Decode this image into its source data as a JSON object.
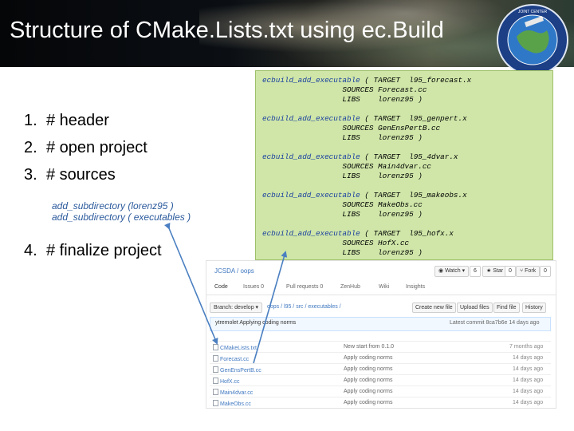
{
  "title": "Structure of CMake.Lists.txt using ec.Build",
  "seal": {
    "text": "JOINT CENTER FOR SATELLITE DATA ASSIMILATION"
  },
  "list": {
    "items": [
      {
        "num": "1.",
        "text": "# header"
      },
      {
        "num": "2.",
        "text": "# open project"
      },
      {
        "num": "3.",
        "text": "# sources"
      },
      {
        "num": "4.",
        "text": "# finalize project"
      }
    ],
    "subdirs": [
      "add_subdirectory (lorenz95 )",
      "add_subdirectory ( executables )"
    ]
  },
  "code": {
    "blocks": [
      {
        "fn": "ecbuild_add_executable",
        "l1": " ( TARGET  l95_forecast.x",
        "l2": "                  SOURCES Forecast.cc",
        "l3": "                  LIBS    lorenz95 )"
      },
      {
        "fn": "ecbuild_add_executable",
        "l1": " ( TARGET  l95_genpert.x",
        "l2": "                  SOURCES GenEnsPertB.cc",
        "l3": "                  LIBS    lorenz95 )"
      },
      {
        "fn": "ecbuild_add_executable",
        "l1": " ( TARGET  l95_4dvar.x",
        "l2": "                  SOURCES Main4dvar.cc",
        "l3": "                  LIBS    lorenz95 )"
      },
      {
        "fn": "ecbuild_add_executable",
        "l1": " ( TARGET  l95_makeobs.x",
        "l2": "                  SOURCES MakeObs.cc",
        "l3": "                  LIBS    lorenz95 )"
      },
      {
        "fn": "ecbuild_add_executable",
        "l1": " ( TARGET  l95_hofx.x",
        "l2": "                  SOURCES HofX.cc",
        "l3": "                  LIBS    lorenz95 )"
      }
    ]
  },
  "github": {
    "breadcrumb": "JCSDA / oops",
    "watch": "Watch",
    "watch_count": "6",
    "star": "Star",
    "star_count": "0",
    "fork": "Fork",
    "fork_count": "0",
    "tabs": [
      "Code",
      "Issues 0",
      "Pull requests 0",
      "ZenHub",
      "Wiki",
      "Insights"
    ],
    "branch": "Branch: develop",
    "path": "oops / l95 / src / executables /",
    "buttons": [
      "Create new file",
      "Upload files",
      "Find file",
      "History"
    ],
    "commit_user": "ytremolet Applying coding norms",
    "commit_latest": "Latest commit 8ca7b6e 14 days ago",
    "files": [
      {
        "name": "CMakeLists.txt",
        "msg": "New start from 0.1.0",
        "age": "7 months ago"
      },
      {
        "name": "Forecast.cc",
        "msg": "Apply coding norms",
        "age": "14 days ago"
      },
      {
        "name": "GenEnsPertB.cc",
        "msg": "Apply coding norms",
        "age": "14 days ago"
      },
      {
        "name": "HofX.cc",
        "msg": "Apply coding norms",
        "age": "14 days ago"
      },
      {
        "name": "Main4dvar.cc",
        "msg": "Apply coding norms",
        "age": "14 days ago"
      },
      {
        "name": "MakeObs.cc",
        "msg": "Apply coding norms",
        "age": "14 days ago"
      }
    ]
  },
  "colors": {
    "code_bg": "#cfe6a8",
    "arrow": "#4a7fc1",
    "link": "#4078c0"
  }
}
